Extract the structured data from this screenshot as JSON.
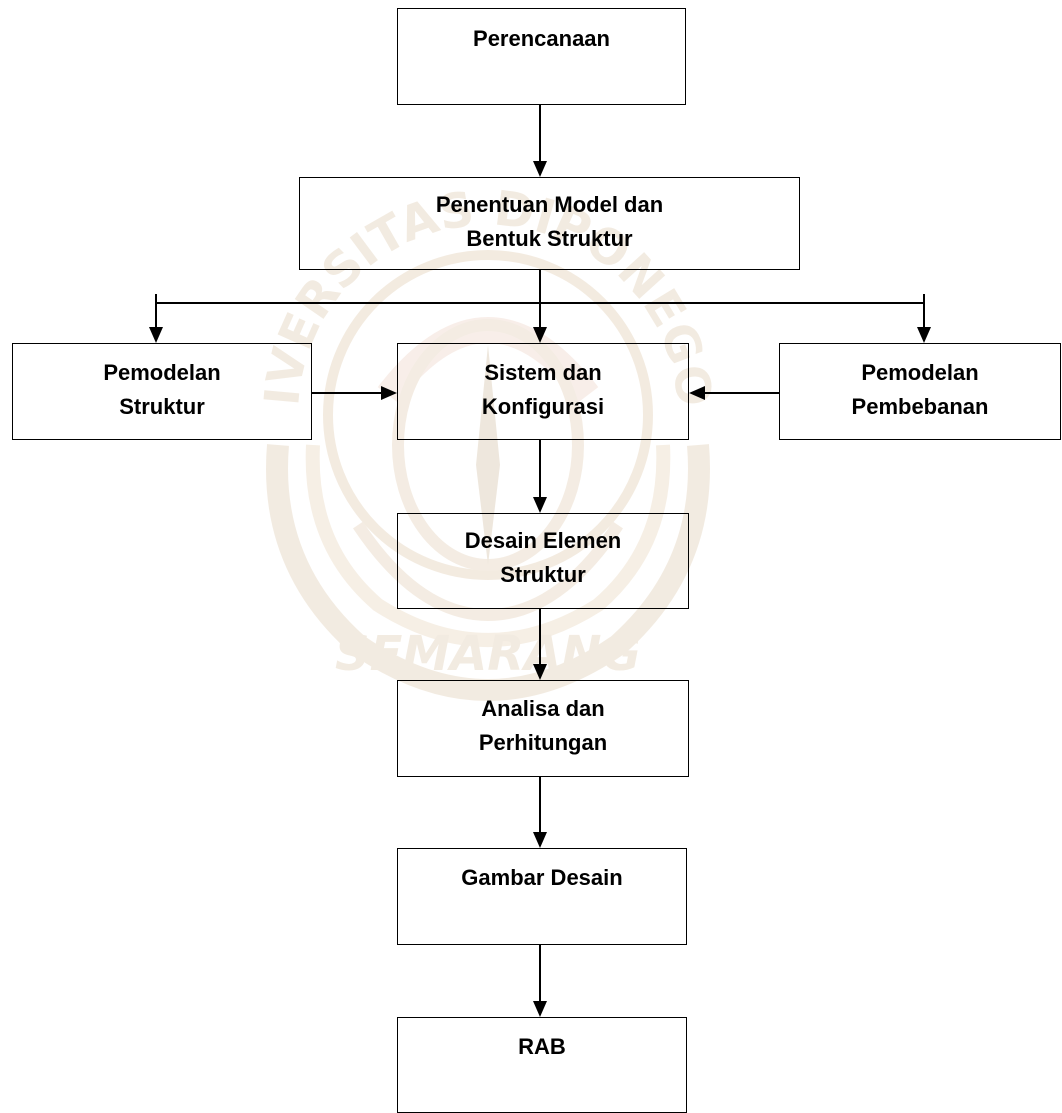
{
  "watermark": {
    "arc_top": "UNIVERSITAS DIPONEGORO",
    "bottom": "SEMARANG"
  },
  "nodes": {
    "perencanaan": "Perencanaan",
    "penentuan_line1": "Penentuan Model dan",
    "penentuan_line2": "Bentuk Struktur",
    "pemodelan_struktur_line1": "Pemodelan",
    "pemodelan_struktur_line2": "Struktur",
    "sistem_line1": "Sistem dan",
    "sistem_line2": "Konfigurasi",
    "pemodelan_pembebanan_line1": "Pemodelan",
    "pemodelan_pembebanan_line2": "Pembebanan",
    "desain_line1": "Desain Elemen",
    "desain_line2": "Struktur",
    "analisa_line1": "Analisa dan",
    "analisa_line2": "Perhitungan",
    "gambar": "Gambar Desain",
    "rab": "RAB"
  }
}
